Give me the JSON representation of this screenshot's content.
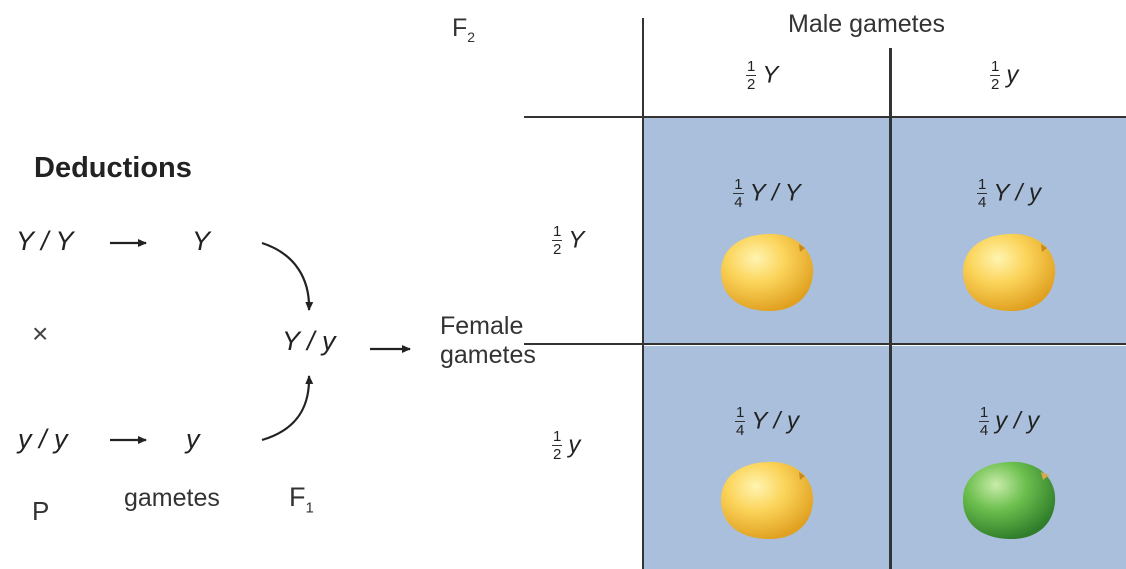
{
  "deductions": {
    "title": "Deductions",
    "parent1": "Y / Y",
    "gamete1": "Y",
    "cross": "×",
    "f1_genotype": "Y / y",
    "parent2": "y / y",
    "gamete2": "y",
    "label_p": "P",
    "label_gametes": "gametes",
    "label_f1_base": "F",
    "label_f1_sub": "1"
  },
  "punnett": {
    "f2_base": "F",
    "f2_sub": "2",
    "male_header": "Male gametes",
    "female_header_line1": "Female",
    "female_header_line2": "gametes",
    "male_gametes": [
      {
        "num": "1",
        "den": "2",
        "allele": "Y"
      },
      {
        "num": "1",
        "den": "2",
        "allele": "y"
      }
    ],
    "female_gametes": [
      {
        "num": "1",
        "den": "2",
        "allele": "Y"
      },
      {
        "num": "1",
        "den": "2",
        "allele": "y"
      }
    ],
    "cells": [
      {
        "num": "1",
        "den": "4",
        "genotype": "Y / Y",
        "phenotype": "yellow"
      },
      {
        "num": "1",
        "den": "4",
        "genotype": "Y / y",
        "phenotype": "yellow"
      },
      {
        "num": "1",
        "den": "4",
        "genotype": "Y / y",
        "phenotype": "yellow"
      },
      {
        "num": "1",
        "den": "4",
        "genotype": "y / y",
        "phenotype": "green"
      }
    ]
  },
  "colors": {
    "cell_fill": "#a9bfdb",
    "yellow_pea": "#f5c13e",
    "green_pea": "#5cae45",
    "line": "#333333"
  }
}
